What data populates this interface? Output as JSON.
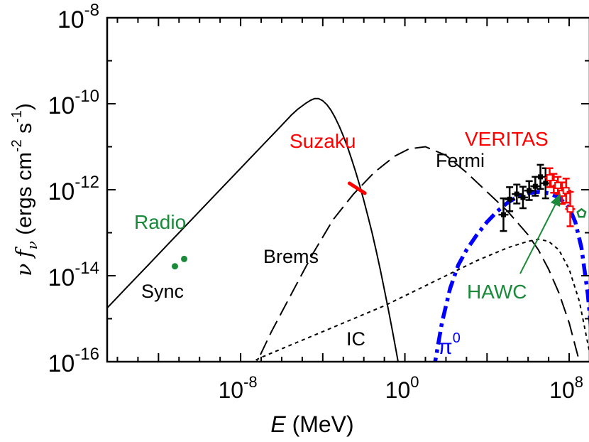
{
  "chart_data": {
    "type": "line",
    "x_scale": "log",
    "y_scale": "log",
    "xlim_log10": [
      -14.5,
      9
    ],
    "ylim_log10": [
      -16,
      -8
    ],
    "xlabel_italic": "E",
    "xlabel_rest": " (MeV)",
    "ylabel_nu": "ν",
    "ylabel_f": "f",
    "ylabel_sub": "ν",
    "ylabel_rest": " (ergs cm",
    "ylabel_sup1": "-2",
    "ylabel_mid": " s",
    "ylabel_sup2": "-1",
    "ylabel_end": ")",
    "x_ticks": [
      {
        "base": "10",
        "exp": "-8",
        "value": -8
      },
      {
        "base": "10",
        "exp": "0",
        "value": 0
      },
      {
        "base": "10",
        "exp": "8",
        "value": 8
      }
    ],
    "y_ticks": [
      {
        "base": "10",
        "exp": "-8",
        "value": -8
      },
      {
        "base": "10",
        "exp": "-10",
        "value": -10
      },
      {
        "base": "10",
        "exp": "-12",
        "value": -12
      },
      {
        "base": "10",
        "exp": "-14",
        "value": -14
      },
      {
        "base": "10",
        "exp": "-16",
        "value": -16
      }
    ],
    "annotations": {
      "radio": "Radio",
      "suzaku": "Suzaku",
      "veritas": "VERITAS",
      "fermi": "Fermi",
      "brems": "Brems",
      "sync": "Sync",
      "ic": "IC",
      "pi0": "π",
      "pi0_sup": "0",
      "hawc": "HAWC"
    },
    "colors": {
      "radio": "#1a8a3a",
      "suzaku": "#ff0000",
      "veritas": "#ff0000",
      "hawc": "#1a8a3a",
      "pi0": "#0000ff",
      "model": "#000000"
    },
    "series": [
      {
        "style": "solid",
        "x_log": [
          -14.5,
          -13.5,
          -12.5,
          -11.5,
          -10.5,
          -9.5,
          -8.5,
          -7.5,
          -6.5,
          -6,
          -5.5,
          -5.2,
          -5,
          -4.8,
          -4.6,
          -4.4,
          -4.2,
          -4,
          -3.8,
          -3.6,
          -3.4,
          -3.2,
          -3,
          -2.8,
          -2.6,
          -2.4,
          -2.2,
          -2,
          -1.8,
          -1.6,
          -1.4,
          -1.2,
          -1,
          -0.8,
          -0.6,
          -0.4,
          -0.2,
          0,
          0.2,
          0.4
        ],
        "y_log": [
          -14.75,
          -14.25,
          -13.75,
          -13.25,
          -12.75,
          -12.25,
          -11.75,
          -11.25,
          -10.75,
          -10.5,
          -10.25,
          -10.12,
          -10.05,
          -9.98,
          -9.92,
          -9.88,
          -9.88,
          -9.93,
          -10.02,
          -10.15,
          -10.32,
          -10.52,
          -10.75,
          -11.0,
          -11.28,
          -11.58,
          -11.9,
          -12.25,
          -12.62,
          -13.0,
          -13.42,
          -13.86,
          -14.32,
          -14.8,
          -15.3,
          -15.82,
          -16.35,
          -16.9,
          -17.5,
          -18.0
        ]
      },
      {
        "style": "dashed",
        "x_log": [
          -7.5,
          -6.5,
          -5.5,
          -4.5,
          -3.5,
          -2.5,
          -1.5,
          -0.5,
          0.2,
          1,
          2,
          3,
          4,
          5,
          6,
          6.5,
          7,
          7.5,
          8,
          8.5,
          9
        ],
        "y_log": [
          -16.3,
          -15.3,
          -14.4,
          -13.5,
          -12.7,
          -12.1,
          -11.6,
          -11.22,
          -11.05,
          -11.0,
          -11.2,
          -11.6,
          -12.05,
          -12.5,
          -13.05,
          -13.4,
          -13.85,
          -14.4,
          -15.1,
          -16.0,
          -17.2
        ]
      },
      {
        "style": "dotted",
        "x_log": [
          -8.5,
          -7,
          -5.5,
          -4,
          -2.5,
          -1,
          0.5,
          2,
          3.5,
          5,
          6,
          6.5,
          7,
          7.5,
          8,
          8.5,
          9
        ],
        "y_log": [
          -16.25,
          -15.9,
          -15.6,
          -15.3,
          -15.0,
          -14.7,
          -14.35,
          -14.0,
          -13.65,
          -13.35,
          -13.2,
          -13.15,
          -13.2,
          -13.4,
          -13.85,
          -14.6,
          -15.8
        ]
      },
      {
        "style": "dashdot",
        "x_log": [
          1.4,
          1.8,
          2.2,
          2.6,
          3,
          3.5,
          4,
          4.5,
          5,
          5.5,
          6,
          6.5,
          7,
          7.5,
          8,
          8.3,
          8.6,
          8.9,
          9.1
        ],
        "y_log": [
          -16.2,
          -15.1,
          -14.3,
          -13.75,
          -13.4,
          -13.05,
          -12.75,
          -12.5,
          -12.3,
          -12.16,
          -12.08,
          -12.05,
          -12.08,
          -12.18,
          -12.42,
          -12.75,
          -13.35,
          -14.4,
          -15.4
        ]
      }
    ],
    "radio_points": [
      {
        "x_log": -11.2,
        "y_log": -13.78
      },
      {
        "x_log": -10.75,
        "y_log": -13.61
      }
    ],
    "suzaku_segment": {
      "x_log": [
        -2.7,
        -1.95
      ],
      "y_log": [
        -11.85,
        -12.08
      ]
    },
    "fermi_points": [
      {
        "x_log": 4.8,
        "y_log": -12.58,
        "err": 0.38
      },
      {
        "x_log": 5.1,
        "y_log": -12.22,
        "err": 0.28
      },
      {
        "x_log": 5.45,
        "y_log": -12.1,
        "err": 0.22
      },
      {
        "x_log": 5.75,
        "y_log": -12.18,
        "err": 0.25
      },
      {
        "x_log": 6.05,
        "y_log": -12.02,
        "err": 0.22
      },
      {
        "x_log": 6.35,
        "y_log": -11.92,
        "err": 0.22
      },
      {
        "x_log": 6.6,
        "y_log": -11.7,
        "err": 0.28
      },
      {
        "x_log": 6.85,
        "y_log": -11.85,
        "err": 0.35
      }
    ],
    "veritas_points": [
      {
        "x_log": 7.05,
        "y_log": -11.72,
        "err": 0.22
      },
      {
        "x_log": 7.25,
        "y_log": -11.85,
        "err": 0.22
      },
      {
        "x_log": 7.45,
        "y_log": -11.9,
        "err": 0.2
      },
      {
        "x_log": 7.65,
        "y_log": -12.08,
        "err": 0.25
      },
      {
        "x_log": 7.85,
        "y_log": -12.02,
        "err": 0.28
      },
      {
        "x_log": 8.05,
        "y_log": -12.45,
        "err": 0.4
      }
    ],
    "hawc_point": {
      "x_log": 8.6,
      "y_log": -12.55
    }
  }
}
